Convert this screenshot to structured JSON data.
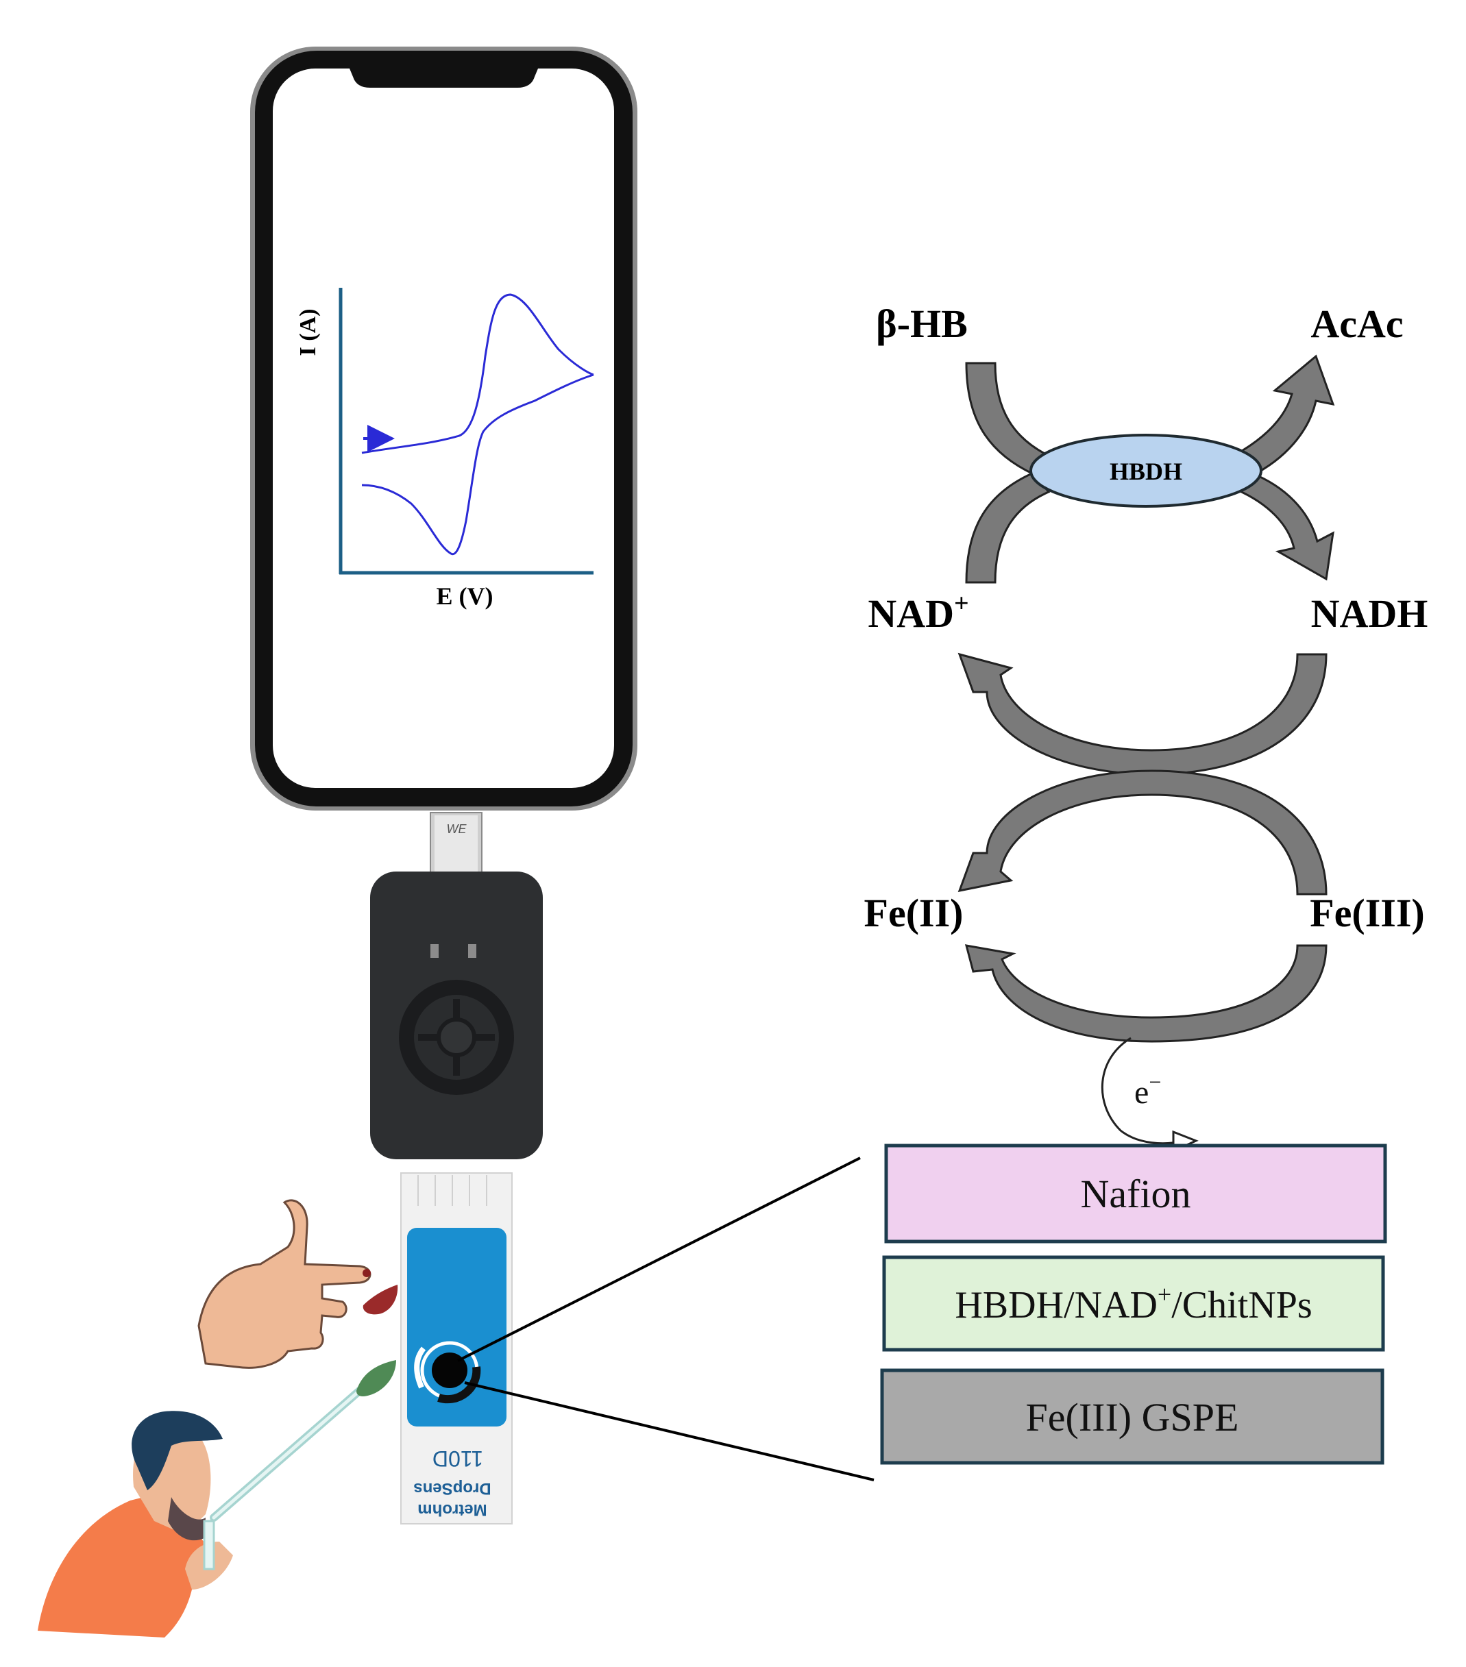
{
  "phone_plot": {
    "ylabel": "I (A)",
    "xlabel": "E (V)"
  },
  "cycle": {
    "substrate": "β-HB",
    "product": "AcAc",
    "enzyme": "HBDH",
    "cofactor_ox": "NAD",
    "cofactor_ox_sup": "+",
    "cofactor_red": "NADH",
    "mediator_red": "Fe(II)",
    "mediator_ox": "Fe(III)",
    "electron": "e",
    "electron_sup": "−"
  },
  "layers": {
    "top": "Nafion",
    "middle_a": "HBDH/NAD",
    "middle_sup": "+",
    "middle_b": "/ChitNPs",
    "bottom": "Fe(III) GSPE"
  },
  "sensor_strip": {
    "code": "110D",
    "brand_line1": "Metrohm",
    "brand_line2": "DropSens"
  },
  "connector_label": "WE",
  "colors": {
    "phone_frame": "#111111",
    "cv_curve": "#2a2ad6",
    "axis": "#1c5f86",
    "arrow_fill": "#7a7a7a",
    "enzyme_fill": "#b9d3ef",
    "layer_nafion": "#f0d0ef",
    "layer_hbdh": "#dff2d8",
    "layer_gspe": "#a9a9a9",
    "layer_border": "#1d3c4d",
    "strip_blue": "#1a8fd0",
    "shirt": "#f47c4a",
    "hair": "#1d3e5c",
    "skin": "#eeb996"
  }
}
